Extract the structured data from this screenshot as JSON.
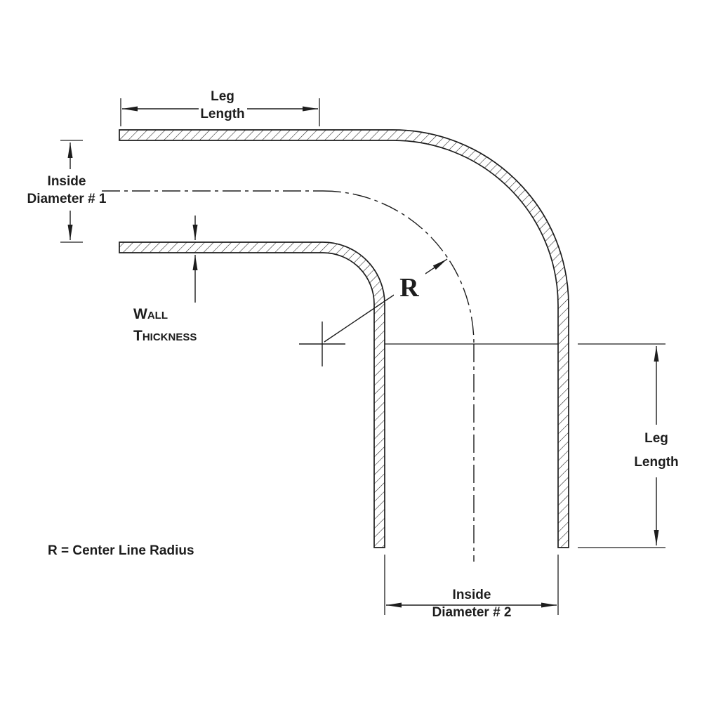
{
  "page": {
    "background": "#ffffff",
    "line_color": "#1d1d1d",
    "description": "Technical dimension diagram of a 90 degree reducing elbow tube"
  },
  "labels": {
    "leg_length_top": {
      "line1": "Leg",
      "line2": "Length"
    },
    "inside_diameter_1": {
      "line1": "Inside",
      "line2": "Diameter # 1"
    },
    "wall_thickness": {
      "line1": "Wall",
      "line2": "Thickness"
    },
    "radius": "R",
    "leg_length_right": {
      "line1": "Leg",
      "line2": "Length"
    },
    "inside_diameter_2": {
      "line1": "Inside",
      "line2": "Diameter # 2"
    },
    "legend": "R = Center Line Radius"
  }
}
